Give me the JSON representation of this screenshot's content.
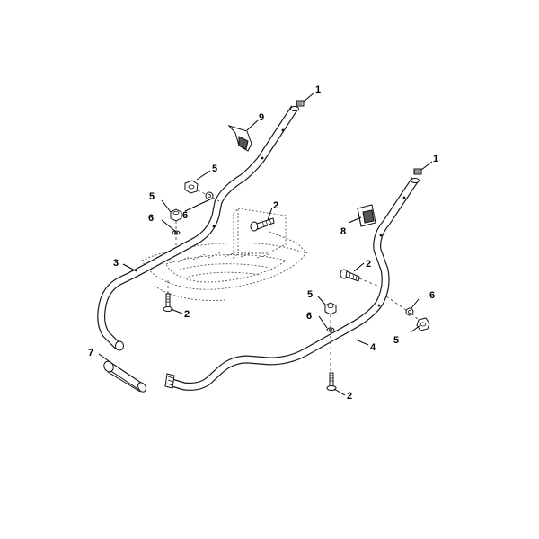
{
  "diagram": {
    "callouts": [
      {
        "id": "c1a",
        "label": "1"
      },
      {
        "id": "c1b",
        "label": "1"
      },
      {
        "id": "c9",
        "label": "9"
      },
      {
        "id": "c5a",
        "label": "5"
      },
      {
        "id": "c5b",
        "label": "5"
      },
      {
        "id": "c6a",
        "label": "6"
      },
      {
        "id": "c6b",
        "label": "6"
      },
      {
        "id": "c2a",
        "label": "2"
      },
      {
        "id": "c2b",
        "label": "2"
      },
      {
        "id": "c8",
        "label": "8"
      },
      {
        "id": "c3",
        "label": "3"
      },
      {
        "id": "c2c",
        "label": "2"
      },
      {
        "id": "c5c",
        "label": "5"
      },
      {
        "id": "c6c",
        "label": "6"
      },
      {
        "id": "c6d",
        "label": "6"
      },
      {
        "id": "c4",
        "label": "4"
      },
      {
        "id": "c5d",
        "label": "5"
      },
      {
        "id": "c7",
        "label": "7"
      },
      {
        "id": "c2d",
        "label": "2"
      }
    ]
  }
}
